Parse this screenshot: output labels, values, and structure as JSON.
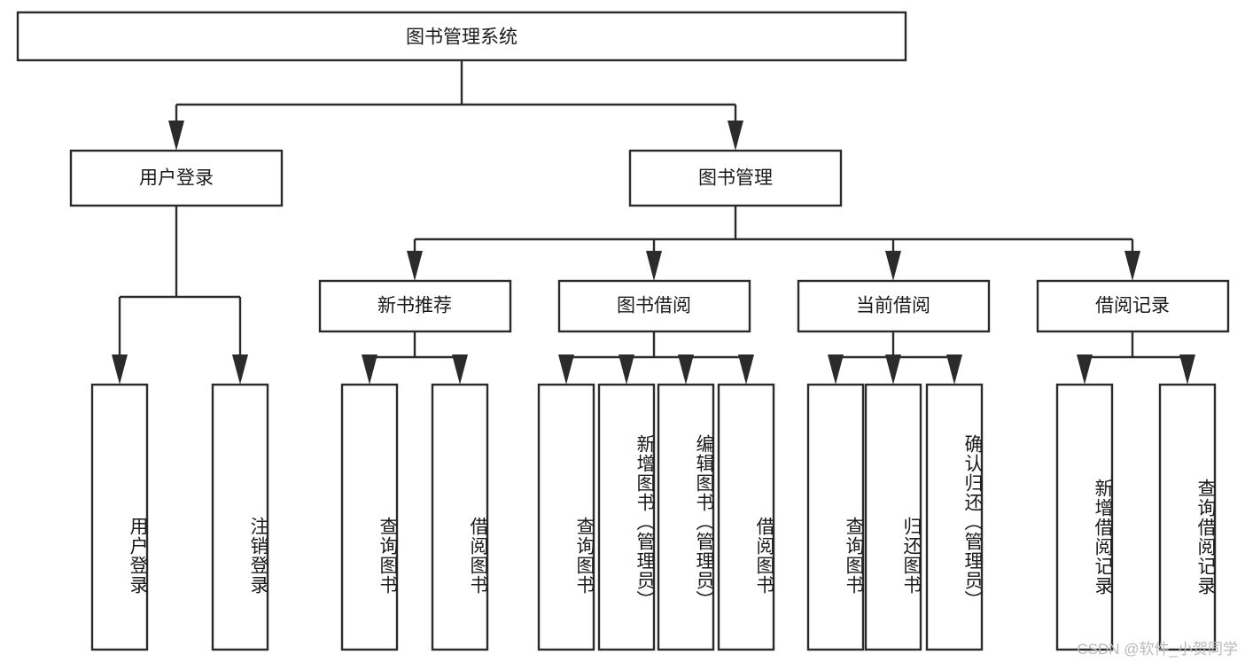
{
  "diagram": {
    "title": "图书管理系统",
    "watermark": "CSDN @软件_小贺同学",
    "colors": {
      "box_stroke": "#2b2b2b",
      "box_fill": "#ffffff",
      "text": "#1a1a1a",
      "watermark": "#b9b9b9",
      "background": "#ffffff"
    },
    "root": {
      "id": "root",
      "label": "图书管理系统"
    },
    "level1": [
      {
        "id": "user-login",
        "label": "用户登录"
      },
      {
        "id": "book-manage",
        "label": "图书管理"
      }
    ],
    "level2": [
      {
        "id": "new-book-recommend",
        "label": "新书推荐",
        "parent": "book-manage"
      },
      {
        "id": "book-borrow",
        "label": "图书借阅",
        "parent": "book-manage"
      },
      {
        "id": "current-borrow",
        "label": "当前借阅",
        "parent": "book-manage"
      },
      {
        "id": "borrow-record",
        "label": "借阅记录",
        "parent": "book-manage"
      }
    ],
    "leaves": [
      {
        "id": "leaf-user-login",
        "label": "用户登录",
        "parent": "user-login"
      },
      {
        "id": "leaf-user-logout",
        "label": "注销登录",
        "parent": "user-login"
      },
      {
        "id": "leaf-query-book-1",
        "label": "查询图书",
        "parent": "new-book-recommend"
      },
      {
        "id": "leaf-borrow-book-1",
        "label": "借阅图书",
        "parent": "new-book-recommend"
      },
      {
        "id": "leaf-query-book-2",
        "label": "查询图书",
        "parent": "book-borrow"
      },
      {
        "id": "leaf-add-book",
        "label": "新增图书（管理员）",
        "parent": "book-borrow"
      },
      {
        "id": "leaf-edit-book",
        "label": "编辑图书（管理员）",
        "parent": "book-borrow"
      },
      {
        "id": "leaf-borrow-book-2",
        "label": "借阅图书",
        "parent": "book-borrow"
      },
      {
        "id": "leaf-query-book-3",
        "label": "查询图书",
        "parent": "current-borrow"
      },
      {
        "id": "leaf-return-book",
        "label": "归还图书",
        "parent": "current-borrow"
      },
      {
        "id": "leaf-confirm-return",
        "label": "确认归还（管理员）",
        "parent": "current-borrow"
      },
      {
        "id": "leaf-add-record",
        "label": "新增借阅记录",
        "parent": "borrow-record"
      },
      {
        "id": "leaf-query-record",
        "label": "查询借阅记录",
        "parent": "borrow-record"
      }
    ]
  }
}
